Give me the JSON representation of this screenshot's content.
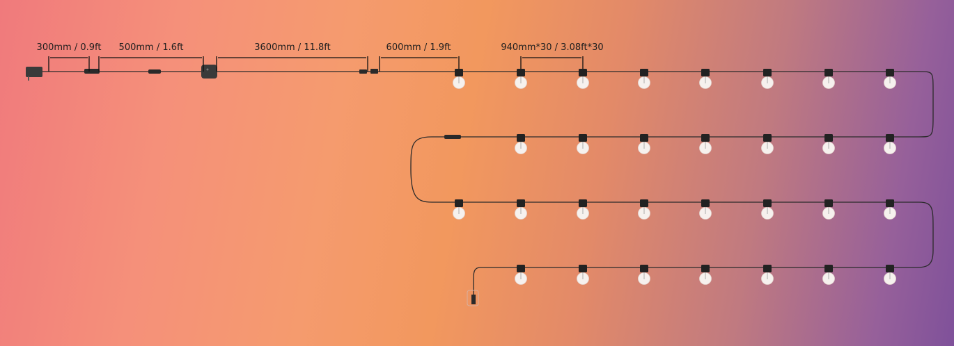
{
  "dimensions": {
    "segment_1": "300mm / 0.9ft",
    "segment_2": "500mm / 1.6ft",
    "segment_3": "3600mm / 11.8ft",
    "segment_4": "600mm / 1.9ft",
    "bulb_spacing": "940mm*30 / 3.08ft*30"
  },
  "bulb_count": 30,
  "bulbs_per_row": [
    8,
    7,
    8,
    7
  ],
  "colors": {
    "cable": "#2a2a2a",
    "socket": "#222222",
    "bulb": "#f6f1ee",
    "label": "#1e1e1e"
  }
}
